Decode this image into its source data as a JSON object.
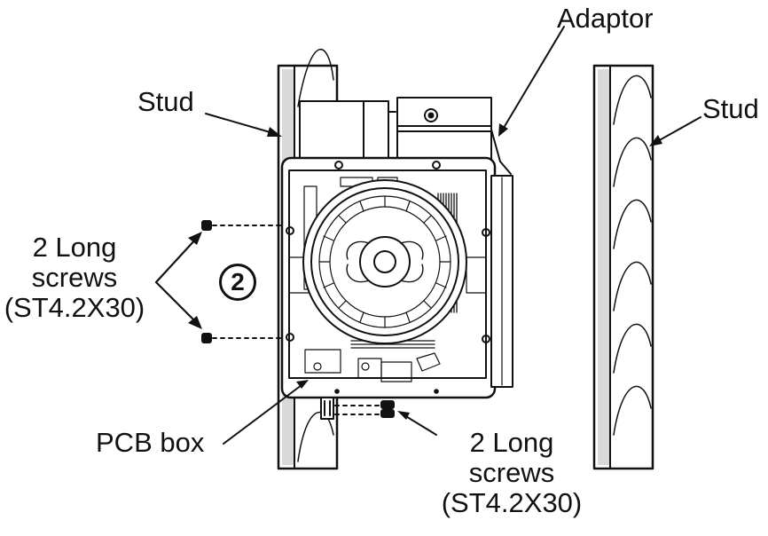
{
  "labels": {
    "adaptor": "Adaptor",
    "stud_left": "Stud",
    "stud_right": "Stud",
    "left_screws_line1": "2 Long",
    "left_screws_line2": "screws",
    "left_screws_line3": "(ST4.2X30)",
    "bottom_screws_line1": "2 Long",
    "bottom_screws_line2": "screws",
    "bottom_screws_line3": "(ST4.2X30)",
    "pcb_box": "PCB box",
    "step_number": "2"
  },
  "colors": {
    "line": "#111111",
    "stud_fill": "#d9d9d9",
    "background": "#ffffff"
  }
}
